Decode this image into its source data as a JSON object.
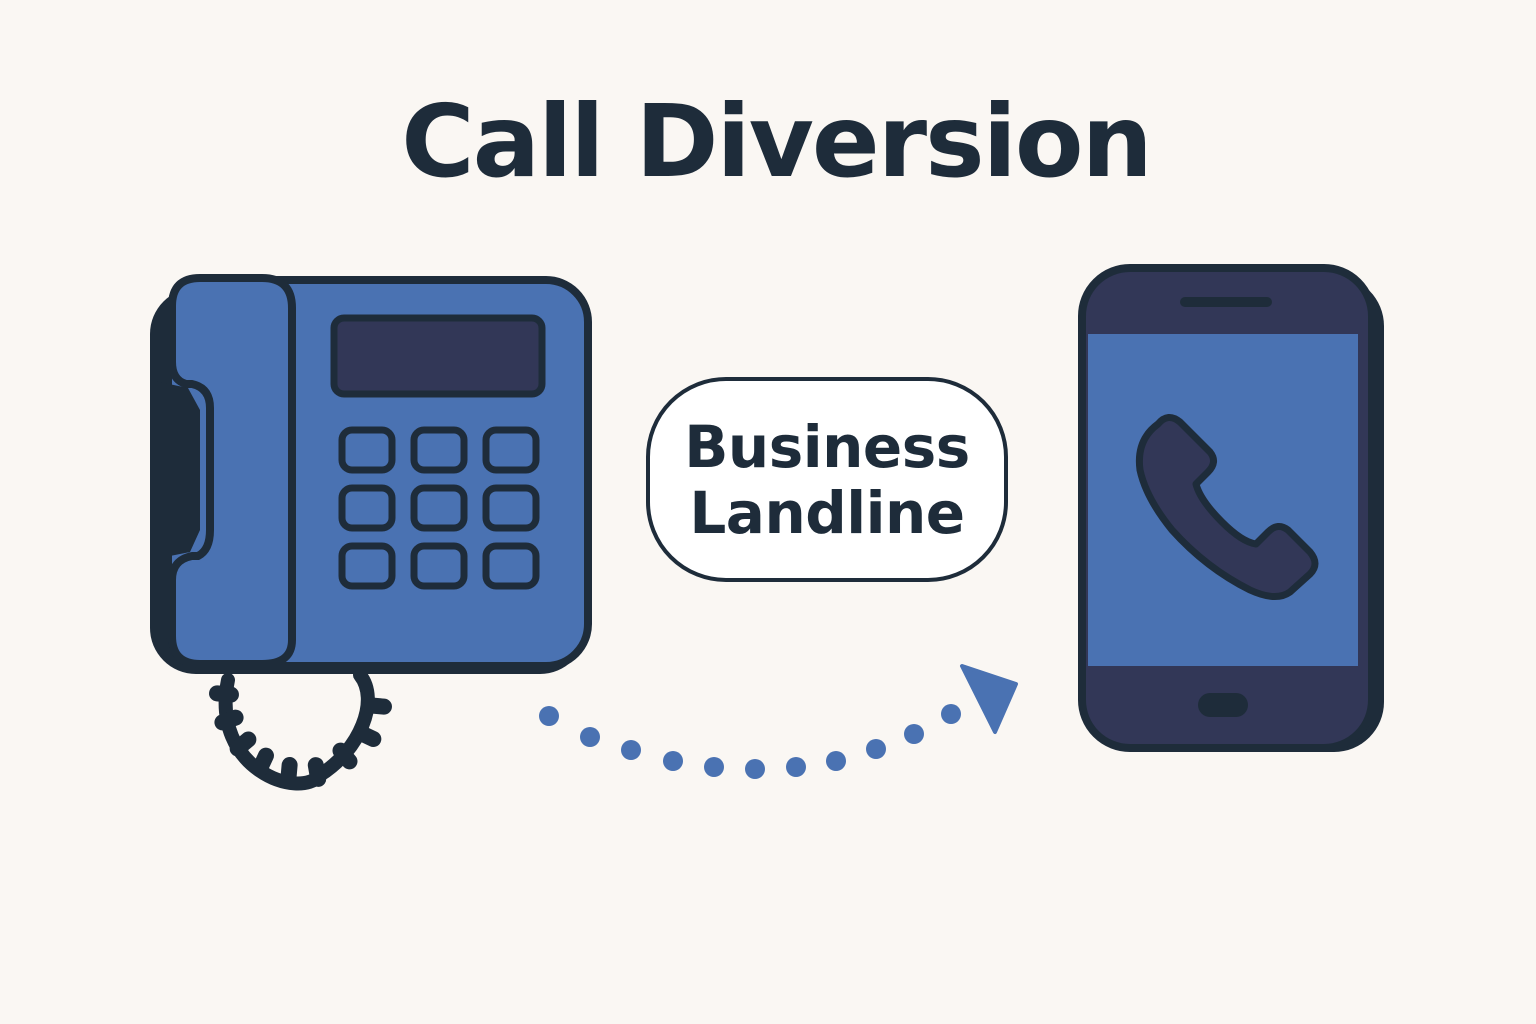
{
  "diagram": {
    "title": "Call Diversion",
    "center_label": {
      "line1": "Business",
      "line2": "Landline"
    },
    "icons": {
      "source": "desk-phone-icon",
      "target": "smartphone-icon",
      "connector": "dotted-arrow"
    },
    "colors": {
      "background": "#faf7f3",
      "ink": "#1e2c3a",
      "phone_blue": "#4a72b2",
      "screen_dark": "#323757",
      "dots": "#4a72b2"
    }
  }
}
